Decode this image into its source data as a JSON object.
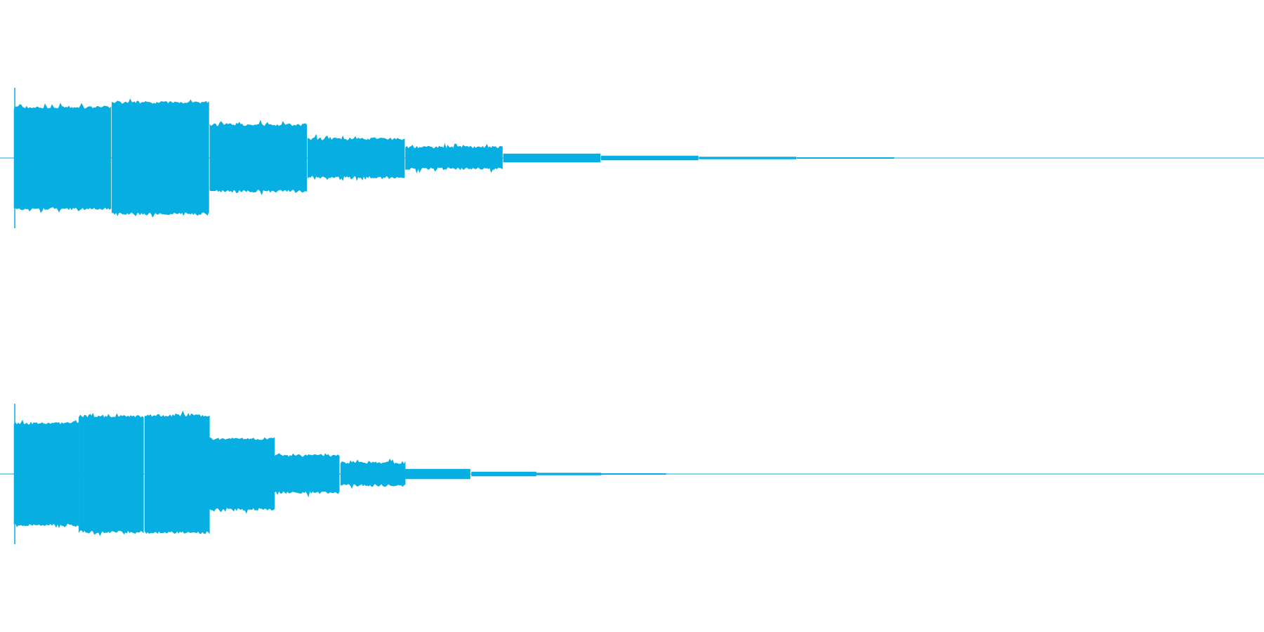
{
  "waveform": {
    "color": "#06aee2",
    "background": "#ffffff"
  },
  "chart_data": [
    {
      "type": "area",
      "channel": "upper",
      "x_range": [
        0,
        1
      ],
      "y_range": [
        -1,
        1
      ],
      "segments": [
        {
          "start": 0.0,
          "end": 0.092,
          "amplitude": 0.7
        },
        {
          "start": 0.092,
          "end": 0.184,
          "amplitude": 0.77
        },
        {
          "start": 0.184,
          "end": 0.276,
          "amplitude": 0.45
        },
        {
          "start": 0.276,
          "end": 0.368,
          "amplitude": 0.25
        },
        {
          "start": 0.368,
          "end": 0.46,
          "amplitude": 0.13
        },
        {
          "start": 0.46,
          "end": 0.552,
          "amplitude": 0.06
        },
        {
          "start": 0.552,
          "end": 0.644,
          "amplitude": 0.03
        },
        {
          "start": 0.644,
          "end": 0.736,
          "amplitude": 0.015
        },
        {
          "start": 0.736,
          "end": 0.828,
          "amplitude": 0.007
        }
      ]
    },
    {
      "type": "area",
      "channel": "lower",
      "x_range": [
        0,
        1
      ],
      "y_range": [
        -1,
        1
      ],
      "segments": [
        {
          "start": 0.0,
          "end": 0.061,
          "amplitude": 0.7
        },
        {
          "start": 0.061,
          "end": 0.123,
          "amplitude": 0.8
        },
        {
          "start": 0.123,
          "end": 0.184,
          "amplitude": 0.81
        },
        {
          "start": 0.184,
          "end": 0.245,
          "amplitude": 0.48
        },
        {
          "start": 0.245,
          "end": 0.307,
          "amplitude": 0.24
        },
        {
          "start": 0.307,
          "end": 0.368,
          "amplitude": 0.14
        },
        {
          "start": 0.368,
          "end": 0.43,
          "amplitude": 0.07
        },
        {
          "start": 0.43,
          "end": 0.491,
          "amplitude": 0.03
        },
        {
          "start": 0.491,
          "end": 0.552,
          "amplitude": 0.015
        },
        {
          "start": 0.552,
          "end": 0.614,
          "amplitude": 0.007
        }
      ]
    }
  ]
}
